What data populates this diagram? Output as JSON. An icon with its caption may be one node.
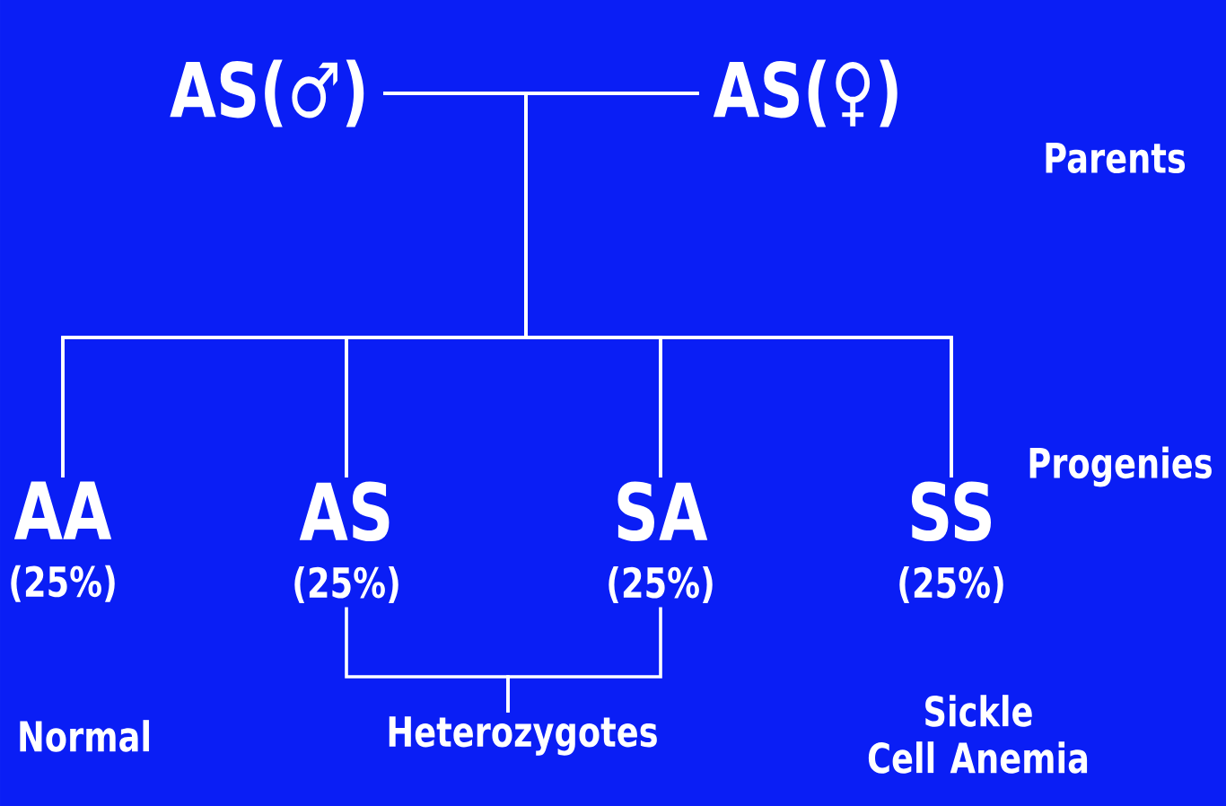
{
  "diagram": {
    "nodes": [
      {
        "text": [
          "AS(♂)"
        ]
      },
      {
        "text": [
          "AS(♀)"
        ]
      },
      {
        "text": [
          "AA",
          "(25%)"
        ]
      },
      {
        "text": [
          "AS",
          "(25%)"
        ]
      },
      {
        "text": [
          "SA",
          "(25%)"
        ]
      },
      {
        "text": [
          "SS",
          "(25%)"
        ]
      },
      {
        "text": [
          "Heterozygotes"
        ]
      }
    ],
    "edges": [
      {
        "from": 0,
        "to": 1,
        "arrow": "none"
      },
      {
        "from": 0,
        "to": 2,
        "arrow": "none"
      },
      {
        "from": 0,
        "to": 3,
        "arrow": "none"
      },
      {
        "from": 0,
        "to": 4,
        "arrow": "none"
      },
      {
        "from": 0,
        "to": 5,
        "arrow": "none"
      },
      {
        "from": 1,
        "to": 2,
        "arrow": "none"
      },
      {
        "from": 1,
        "to": 3,
        "arrow": "none"
      },
      {
        "from": 1,
        "to": 4,
        "arrow": "none"
      },
      {
        "from": 1,
        "to": 5,
        "arrow": "none"
      },
      {
        "from": 3,
        "to": 6,
        "arrow": "none"
      },
      {
        "from": 4,
        "to": 6,
        "arrow": "none"
      }
    ],
    "labels": [
      "Parents",
      "Progenies",
      "Normal",
      "Sickle Cell Anemia"
    ]
  }
}
